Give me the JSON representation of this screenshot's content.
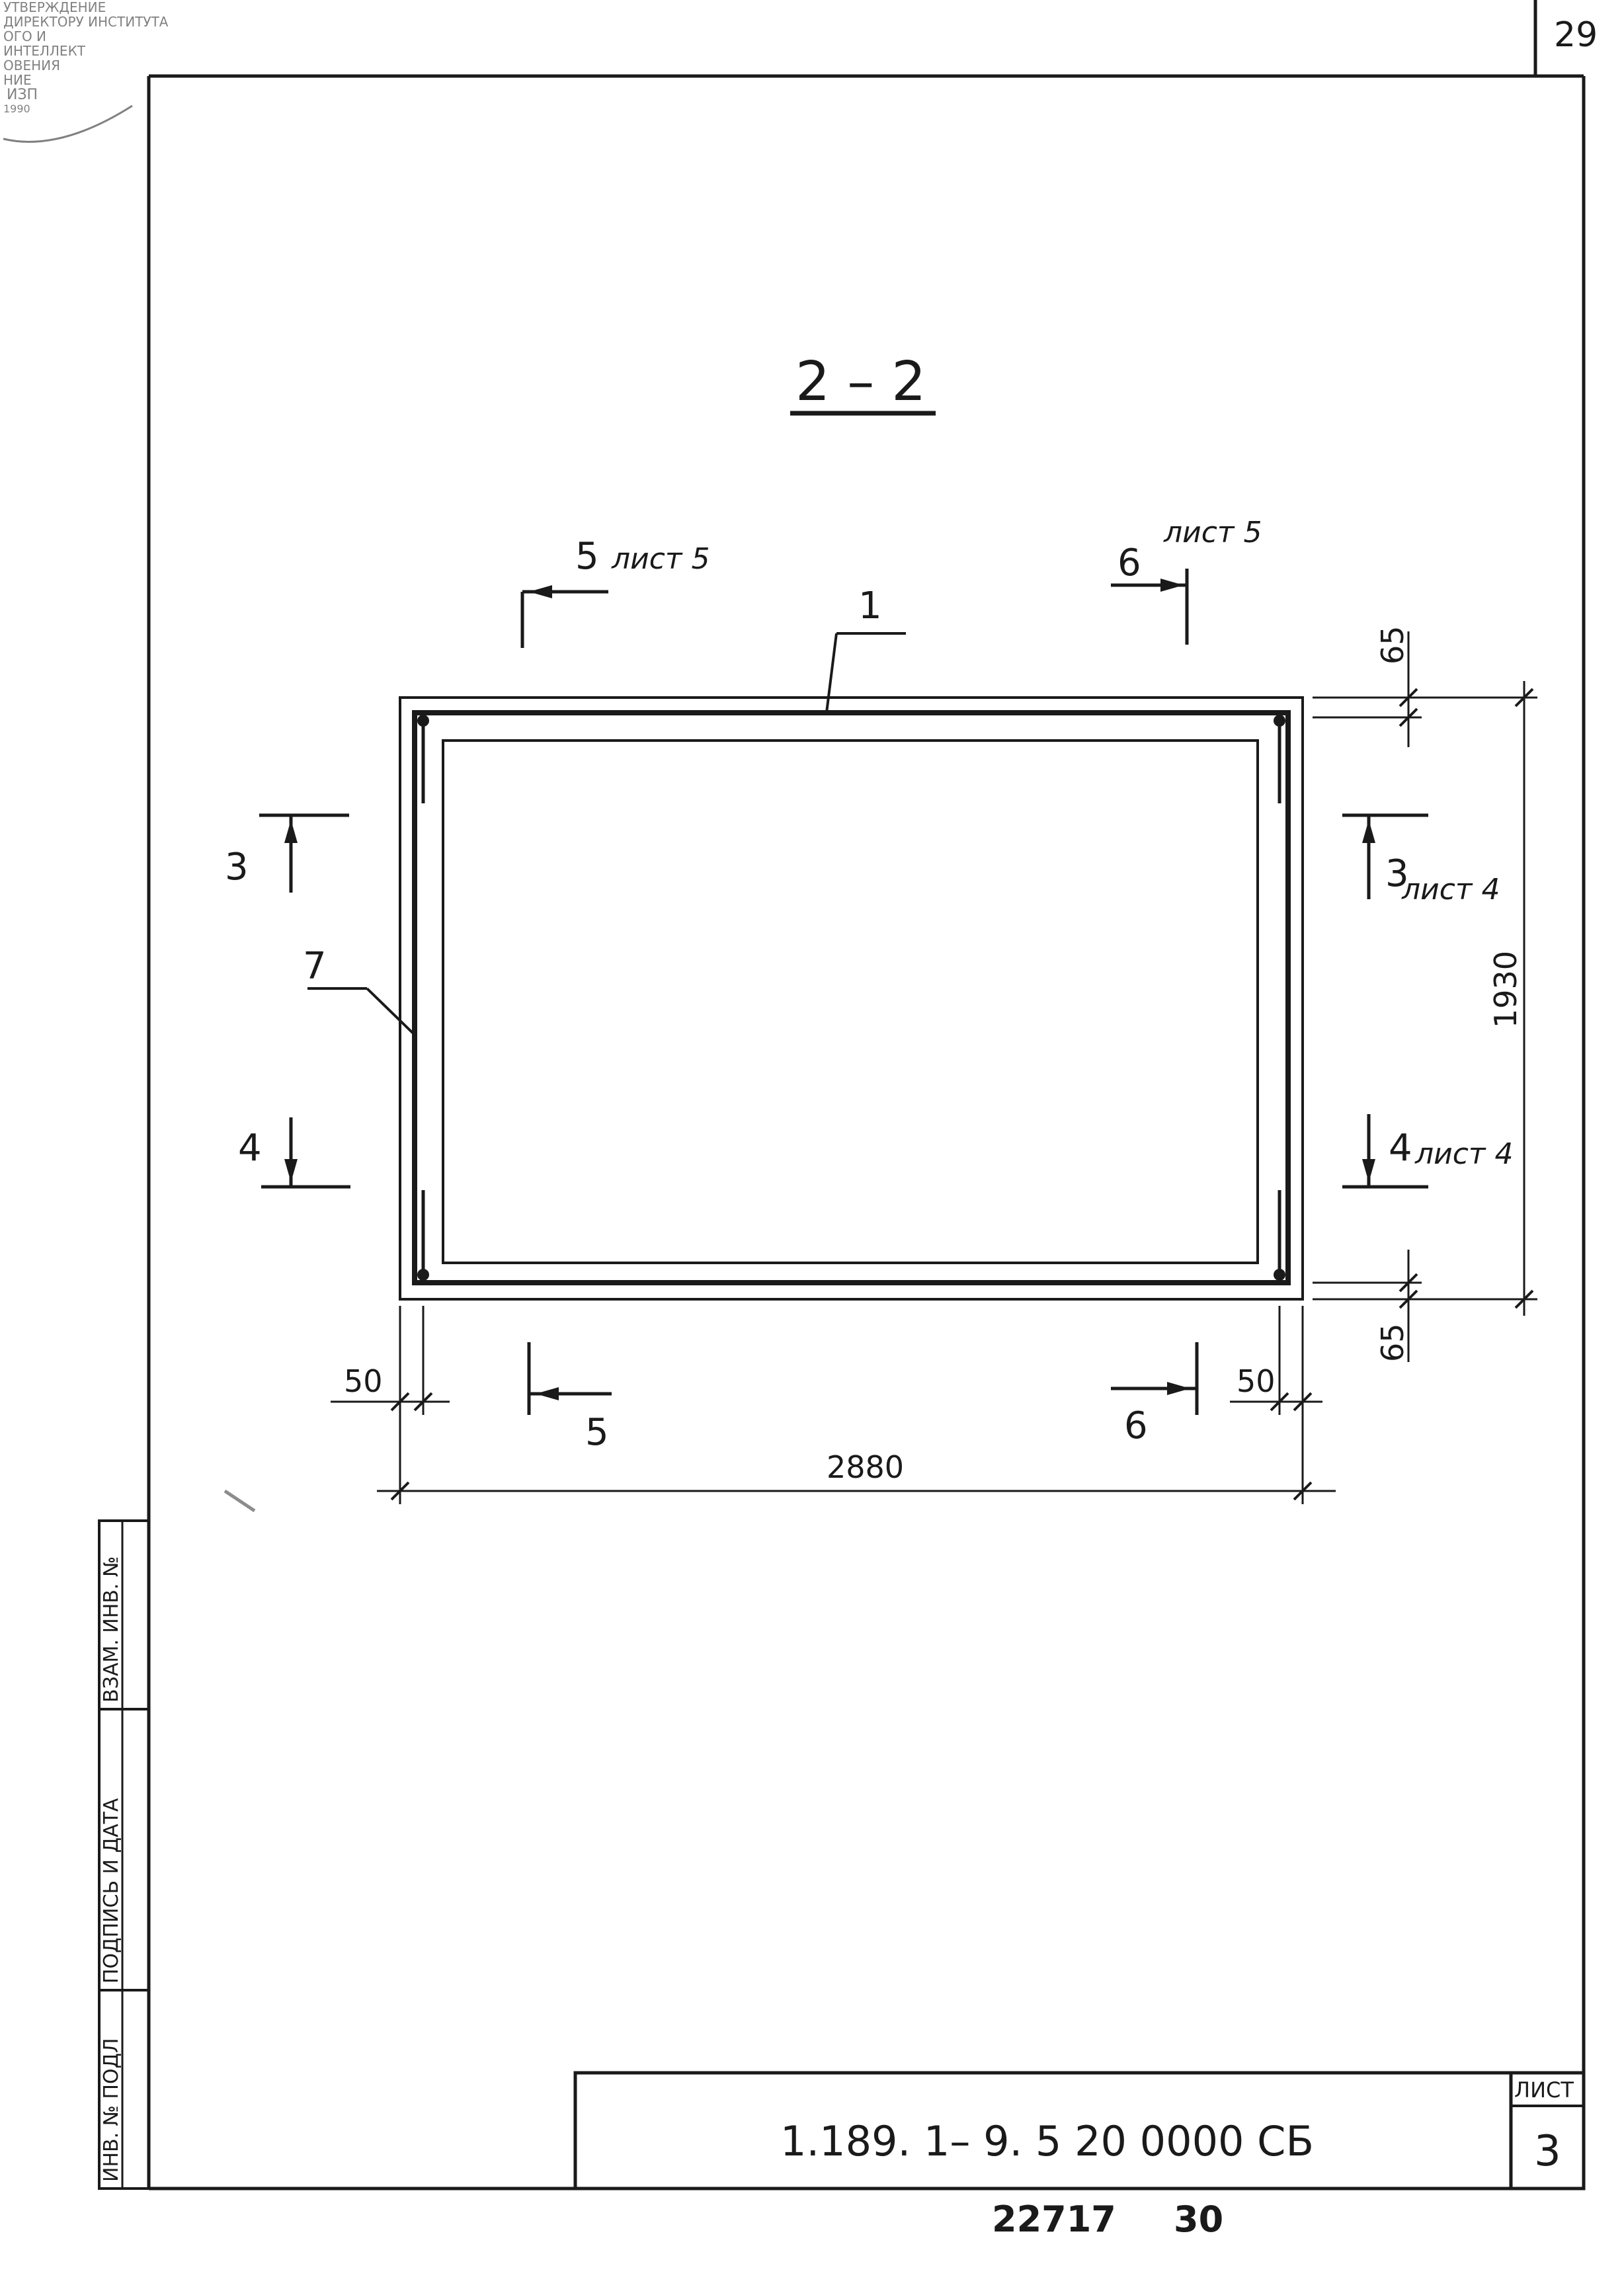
{
  "page_number": "29",
  "stamp": {
    "lines": [
      "УТВЕРЖДЕНИЕ",
      "ДИРЕКТОРУ ИНСТИТУТА",
      "ОГО И",
      "ИНТЕЛЛЕКТ",
      "ОВЕНИЯ",
      "НИЕ",
      "ИЗП",
      "1990"
    ]
  },
  "section": {
    "title": "2 – 2"
  },
  "labels": {
    "sheet_word": "лист",
    "cut5_top": "5",
    "cut5_top_sheet": "лист 5",
    "cut6_top": "6",
    "cut6_top_sheet": "лист 5",
    "cut5_bottom": "5",
    "cut6_bottom": "6",
    "cut3_left": "3",
    "cut4_left": "4",
    "cut3_right": "3",
    "cut3_right_sheet": "лист 4",
    "cut4_right": "4",
    "cut4_right_sheet": "лист 4",
    "pos1": "1",
    "pos7": "7"
  },
  "dimensions": {
    "top_cover": "65",
    "bottom_cover": "65",
    "height": "1930",
    "width": "2880",
    "left_cover": "50",
    "right_cover": "50"
  },
  "side_stamp": {
    "col1": "ИНВ. № ПОДЛ",
    "col2": "ПОДПИСЬ И ДАТА",
    "col3": "ВЗАМ. ИНВ. №"
  },
  "title_block": {
    "code": "1.189. 1– 9. 5  20 0000  СБ",
    "sheet_label": "ЛИСТ",
    "sheet_number": "3"
  },
  "footer": {
    "order": "22717",
    "number": "30"
  }
}
